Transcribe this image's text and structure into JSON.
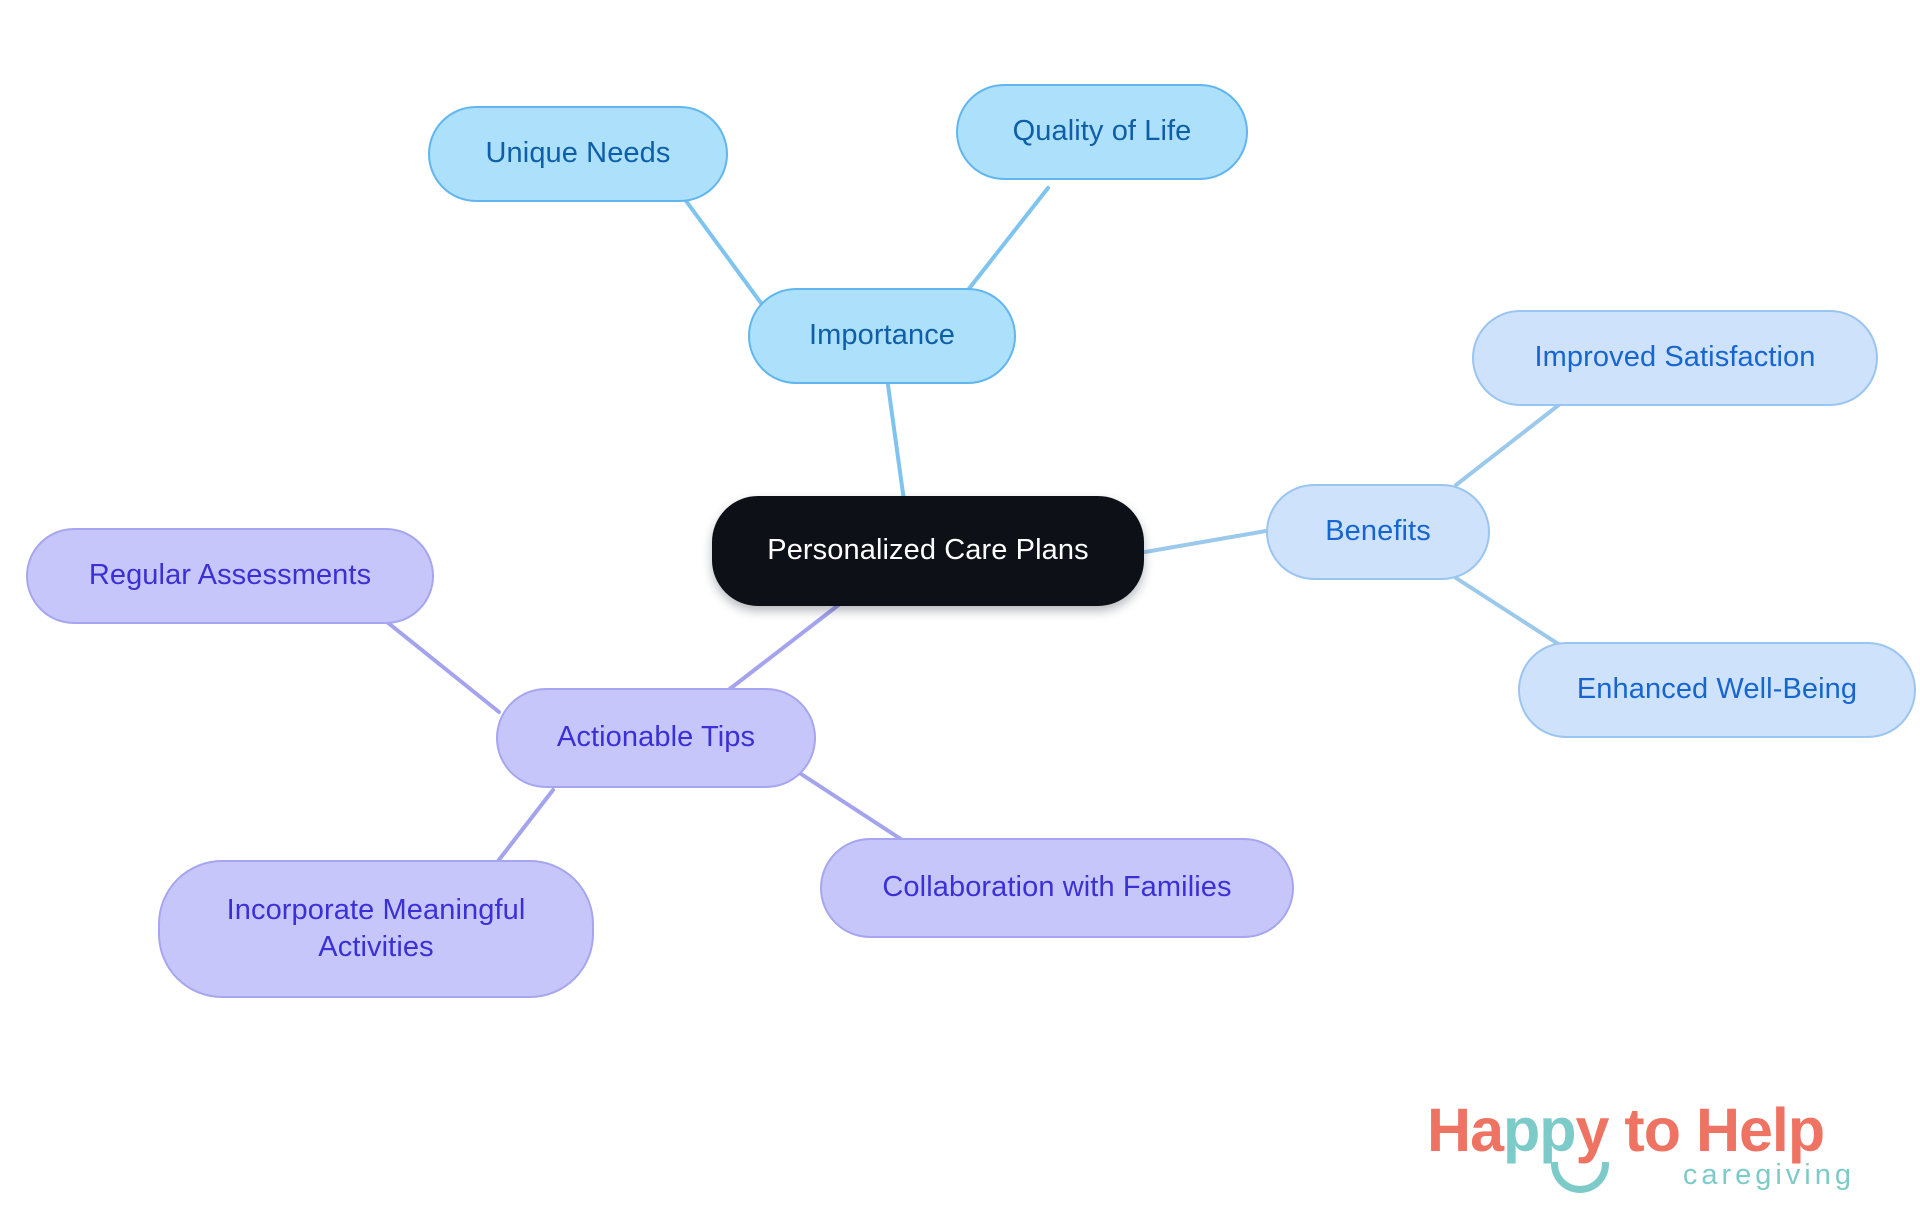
{
  "diagram": {
    "type": "mindmap",
    "title": "Personalized Care Plans",
    "background": "#ffffff",
    "root": {
      "id": "root",
      "label": "Personalized Care Plans",
      "fill": "#0d1117",
      "text_color": "#ffffff"
    },
    "branches": [
      {
        "id": "importance",
        "label": "Importance",
        "fill": "#ace0fb",
        "border": "#62b6ef",
        "text_color": "#0f5fa8",
        "children": [
          {
            "id": "unique-needs",
            "label": "Unique Needs"
          },
          {
            "id": "quality-of-life",
            "label": "Quality of Life"
          }
        ]
      },
      {
        "id": "benefits",
        "label": "Benefits",
        "fill": "#cee2fb",
        "border": "#9bc5f1",
        "text_color": "#1766cf",
        "children": [
          {
            "id": "improved-satisfaction",
            "label": "Improved Satisfaction"
          },
          {
            "id": "enhanced-well-being",
            "label": "Enhanced Well-Being"
          }
        ]
      },
      {
        "id": "actionable-tips",
        "label": "Actionable Tips",
        "fill": "#c6c6fa",
        "border": "#a6a6f0",
        "text_color": "#3b30d6",
        "children": [
          {
            "id": "regular-assessments",
            "label": "Regular Assessments"
          },
          {
            "id": "incorporate-meaningful-activities",
            "label": "Incorporate Meaningful\nActivities"
          },
          {
            "id": "collaboration-with-families",
            "label": "Collaboration with Families"
          }
        ]
      }
    ],
    "edges": [
      {
        "from": "root",
        "to": "importance",
        "color": "#7ec4ee"
      },
      {
        "from": "importance",
        "to": "unique-needs",
        "color": "#7ec4ee"
      },
      {
        "from": "importance",
        "to": "quality-of-life",
        "color": "#7ec4ee"
      },
      {
        "from": "root",
        "to": "benefits",
        "color": "#9bc9ec"
      },
      {
        "from": "benefits",
        "to": "improved-satisfaction",
        "color": "#9bc9ec"
      },
      {
        "from": "benefits",
        "to": "enhanced-well-being",
        "color": "#9bc9ec"
      },
      {
        "from": "root",
        "to": "actionable-tips",
        "color": "#a3a3ee"
      },
      {
        "from": "actionable-tips",
        "to": "regular-assessments",
        "color": "#a3a3ee"
      },
      {
        "from": "actionable-tips",
        "to": "incorporate-meaningful-activities",
        "color": "#a3a3ee"
      },
      {
        "from": "actionable-tips",
        "to": "collaboration-with-families",
        "color": "#a3a3ee"
      }
    ]
  },
  "logo": {
    "word_happy_h": "H",
    "word_happy_a": "a",
    "word_happy_pp": "pp",
    "word_happy_y": "y",
    "word_to": " to ",
    "word_help": "Help",
    "tagline": "caregiving",
    "coral": "#ee7363",
    "teal": "#7dcbc8"
  }
}
